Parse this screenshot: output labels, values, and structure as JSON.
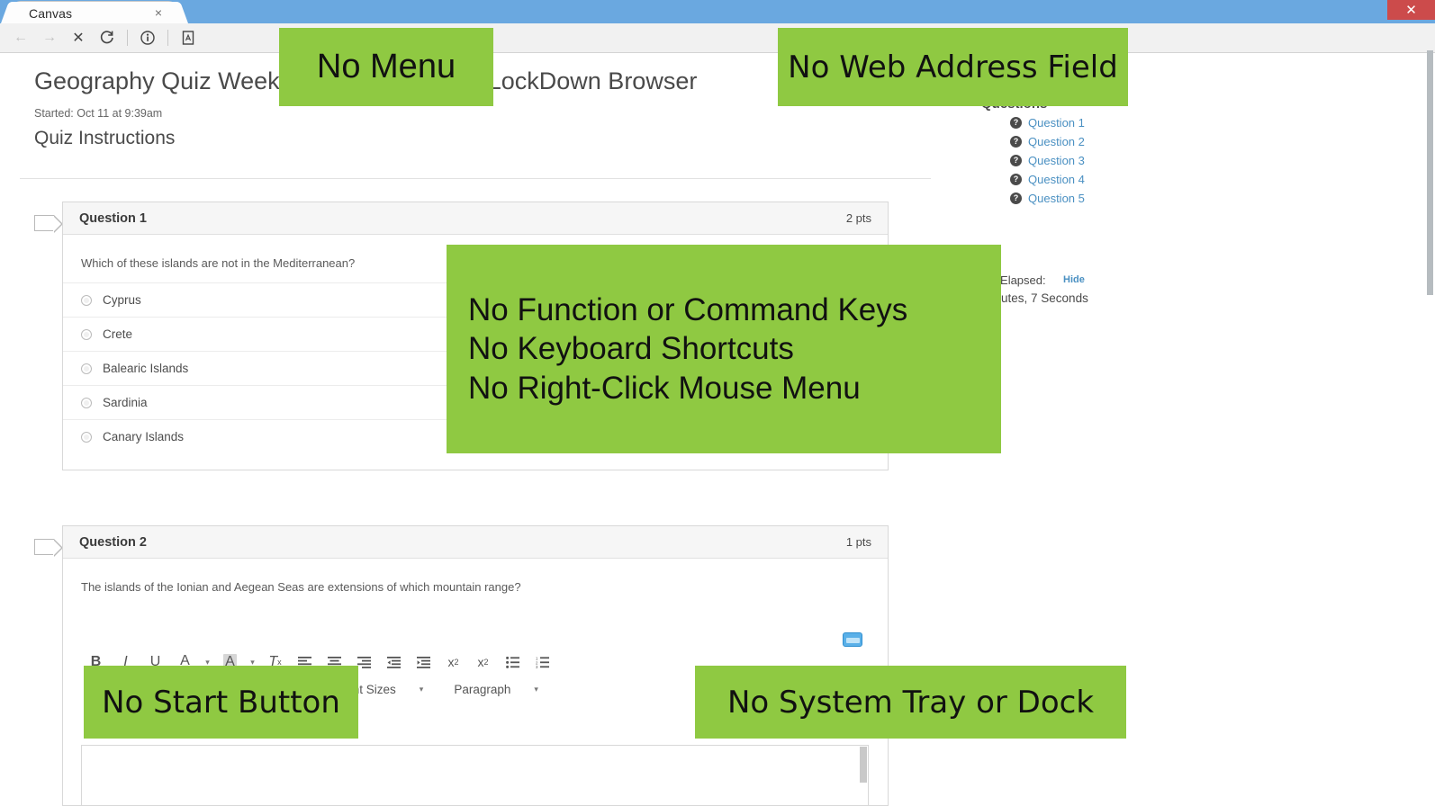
{
  "window": {
    "tab_label": "Canvas",
    "tab_close": "×",
    "close_button": "✕"
  },
  "toolbar": {
    "back_icon": "←",
    "forward_icon": "→",
    "stop_icon": "✕",
    "reload_icon": "⟳",
    "info_icon": "i",
    "document_icon": "☷"
  },
  "quiz": {
    "title": "Geography Quiz Week Four - Respondus LockDown Browser",
    "started": "Started: Oct 11 at 9:39am",
    "instructions_heading": "Quiz Instructions"
  },
  "questions": [
    {
      "name": "Question 1",
      "points": "2 pts",
      "prompt": "Which of these islands are not in the Mediterranean?",
      "type": "multiple-choice",
      "options": [
        "Cyprus",
        "Crete",
        "Balearic Islands",
        "Sardinia",
        "Canary Islands"
      ]
    },
    {
      "name": "Question 2",
      "points": "1 pts",
      "prompt": "The islands of the Ionian and Aegean Seas are extensions of which mountain range?",
      "type": "essay",
      "answer_value": ""
    }
  ],
  "editor": {
    "bold": "B",
    "italic": "I",
    "underline": "U",
    "text_color": "A",
    "highlight_color": "A",
    "clear_format": "T",
    "clear_format_sub": "x",
    "align_left": "☰",
    "align_center": "☰",
    "align_right": "☰",
    "outdent": "☰",
    "indent": "☰",
    "superscript_base": "x",
    "superscript_sup": "2",
    "subscript_base": "x",
    "subscript_sub": "2",
    "bullet_list": "☰",
    "numbered_list": "☰",
    "caret": "▾",
    "font_sizes_label": "Font Sizes",
    "paragraph_label": "Paragraph",
    "keyboard_icon": "keyboard"
  },
  "sidebar": {
    "heading": "Questions",
    "help_glyph": "?",
    "questions": [
      "Question 1",
      "Question 2",
      "Question 3",
      "Question 4",
      "Question 5"
    ],
    "time_elapsed_label": "Time Elapsed:",
    "hide_label": "Hide",
    "elapsed_value": "9 Minutes, 7 Seconds"
  },
  "callouts": [
    {
      "id": "no-menu",
      "text": "No Menu"
    },
    {
      "id": "no-web-address-field",
      "text": "No Web Address Field"
    },
    {
      "id": "no-function-keys",
      "line1": "No Function or Command Keys",
      "line2": "No Keyboard Shortcuts",
      "line3": "No Right-Click Mouse Menu"
    },
    {
      "id": "no-start-button",
      "text": "No Start Button"
    },
    {
      "id": "no-system-tray",
      "text": "No System Tray or Dock"
    }
  ],
  "colors": {
    "callout_green": "#8fc942",
    "titlebar_blue": "#6aa8e0",
    "close_red": "#cc4b4b",
    "link_blue": "#4a90c2"
  }
}
